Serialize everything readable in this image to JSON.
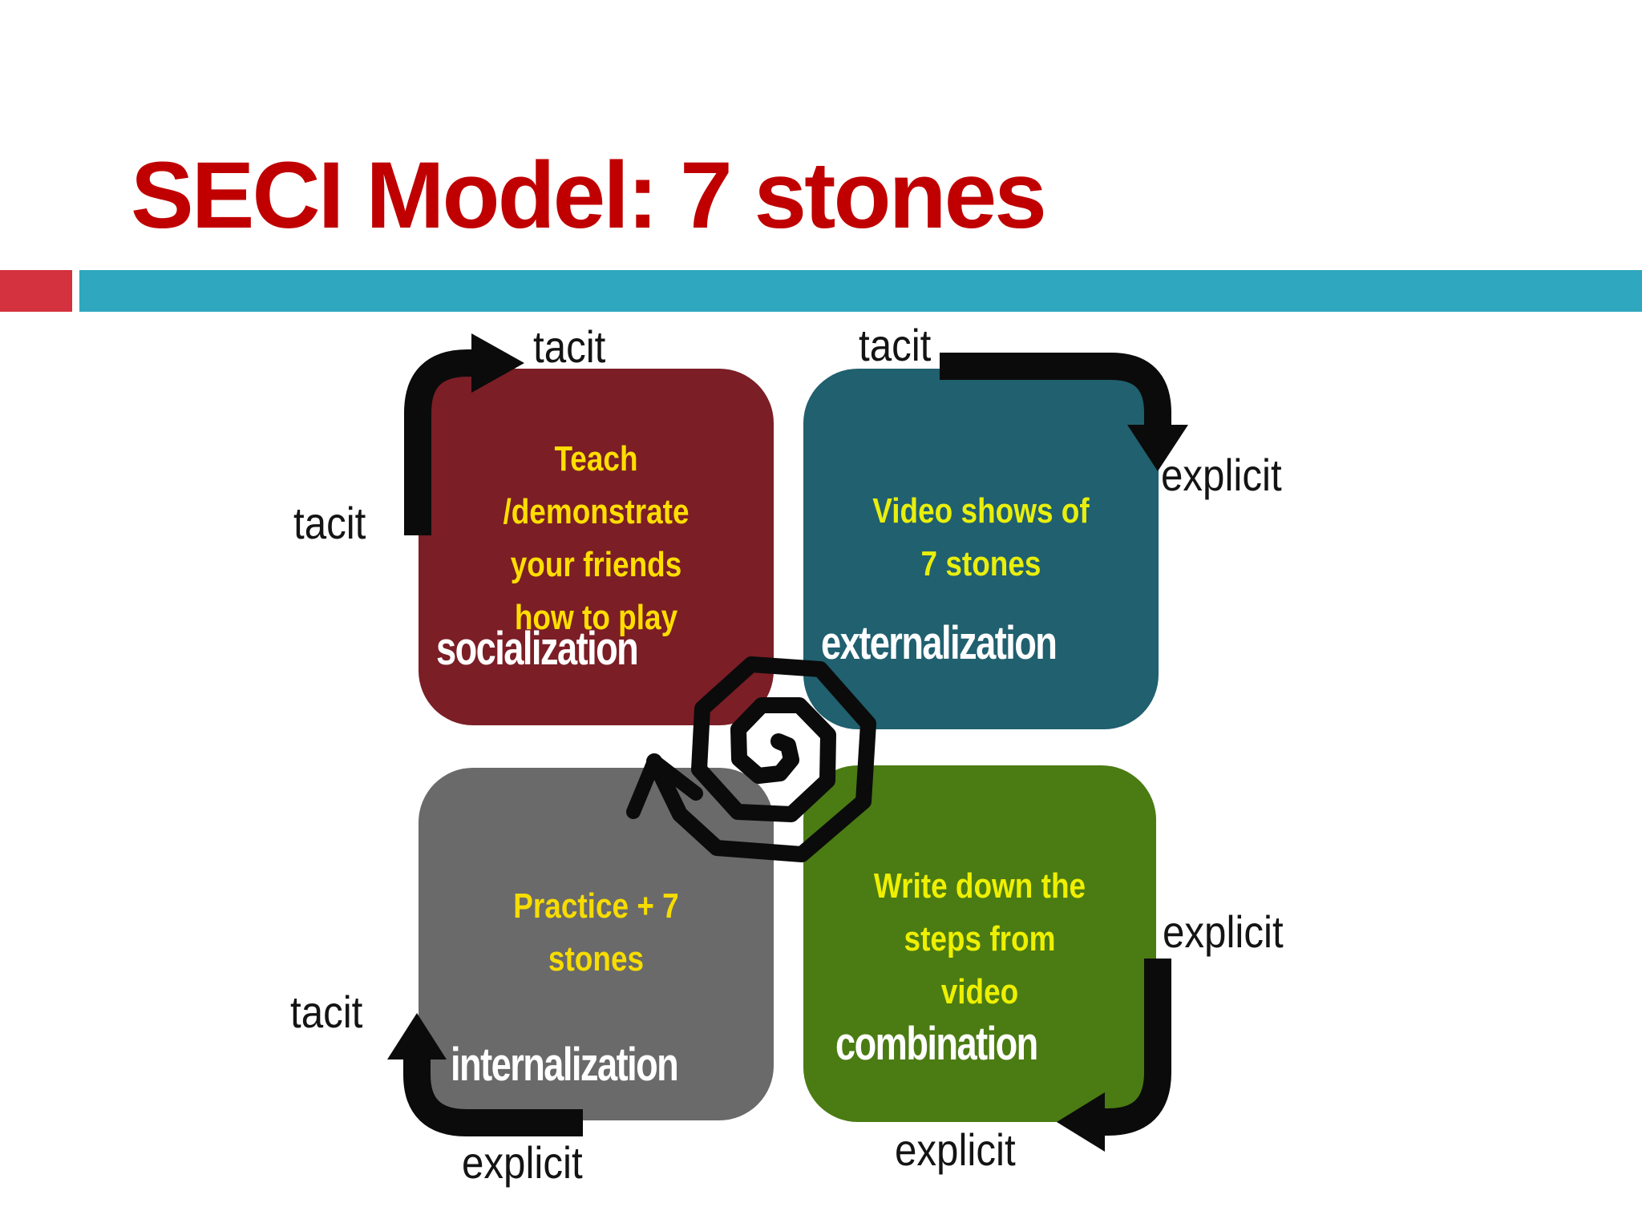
{
  "title": "SECI Model: 7 stones",
  "colors": {
    "title": "#C00000",
    "red_bar": "#D4323E",
    "teal_bar": "#2FA7BE",
    "ink": "#0B0B0B",
    "keyword_text": "#FFFFFF"
  },
  "boxes": [
    {
      "keyword": "socialization",
      "color": "#7B1E26",
      "text_color": "#FFDE00",
      "lines": [
        "Teach",
        "/demonstrate",
        "your friends",
        "how to play"
      ]
    },
    {
      "keyword": "externalization",
      "color": "#20606F",
      "text_color": "#E9EF0C",
      "lines": [
        "Video shows of",
        "7 stones"
      ]
    },
    {
      "keyword": "internalization",
      "color": "#6A6A6A",
      "text_color": "#F6DC00",
      "lines": [
        "Practice + 7",
        "stones"
      ]
    },
    {
      "keyword": "combination",
      "color": "#4B7B13",
      "text_color": "#EEF000",
      "lines": [
        "Write down the",
        "steps from",
        "video"
      ]
    }
  ],
  "flow_labels": {
    "tacit": "tacit",
    "explicit": "explicit"
  }
}
